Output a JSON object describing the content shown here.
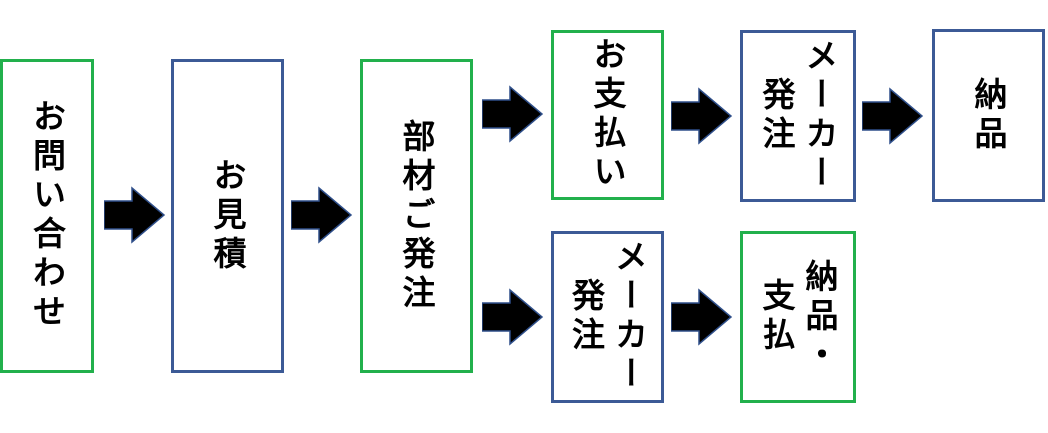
{
  "diagram": {
    "colors": {
      "green": "#22b04c",
      "blue": "#3c5a96",
      "arrow": "#000000"
    },
    "nodes": {
      "inquiry": [
        "お問い合わせ"
      ],
      "estimate": [
        "お見積"
      ],
      "materials_order": [
        "部材ご発注"
      ],
      "payment": [
        "お支払い"
      ],
      "maker_order_top": [
        "メーカー",
        "発注"
      ],
      "delivery": [
        "納品"
      ],
      "maker_order_bottom": [
        "メーカー",
        "発注"
      ],
      "delivery_payment": [
        "納品・",
        "支払"
      ]
    }
  }
}
